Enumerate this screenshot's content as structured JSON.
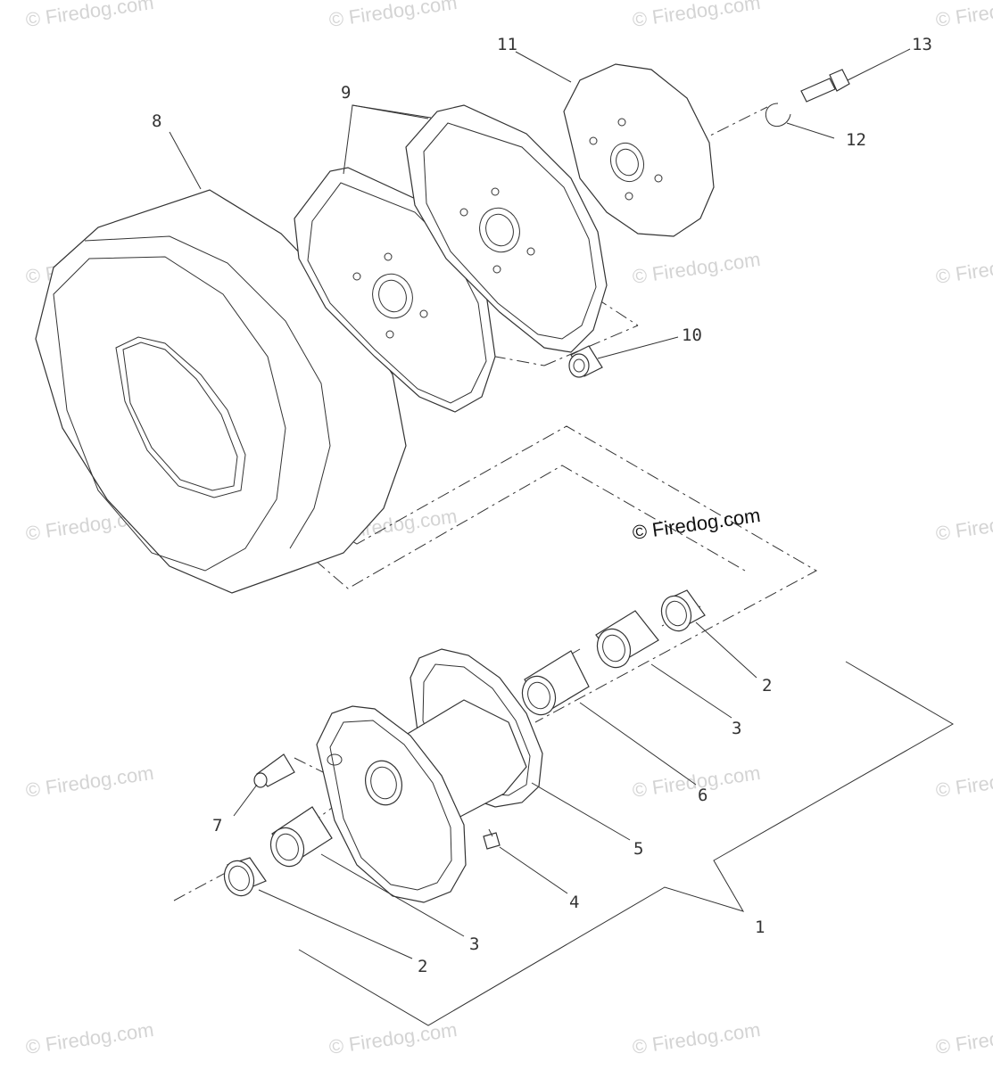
{
  "watermark": "© Firedog.com",
  "labels": {
    "p1": "1",
    "p2a": "2",
    "p2b": "2",
    "p3a": "3",
    "p3b": "3",
    "p4": "4",
    "p5": "5",
    "p6": "6",
    "p7": "7",
    "p8": "8",
    "p9": "9",
    "p10": "10",
    "p11": "11",
    "p12": "12",
    "p13": "13"
  }
}
